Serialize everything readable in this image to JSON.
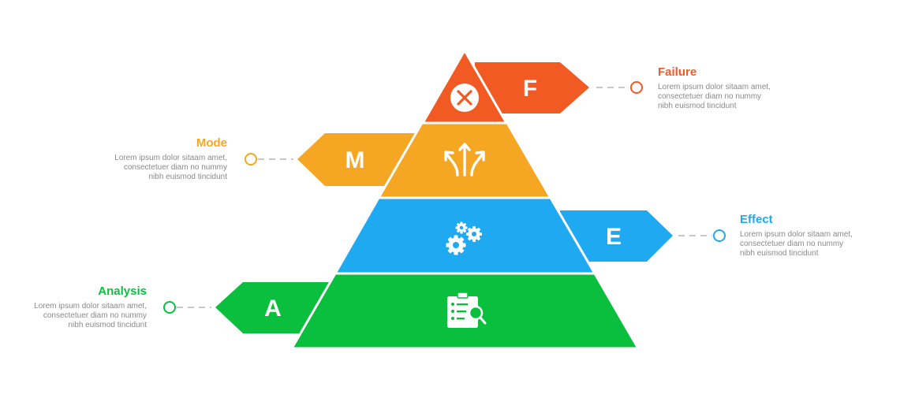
{
  "colors": {
    "failure": "#f15a22",
    "mode": "#f5a623",
    "effect": "#1fa9f0",
    "analysis": "#0abf3e",
    "dash": "#c8c8c8",
    "desc_text": "#8a8a8a"
  },
  "layers": [
    {
      "key": "failure",
      "title": "Failure",
      "letter": "F",
      "icon": "close-circle-icon",
      "description": [
        "Lorem ipsum dolor sitaam amet,",
        "consectetuer diam no nummy",
        "nibh euismod tincidunt"
      ]
    },
    {
      "key": "mode",
      "title": "Mode",
      "letter": "M",
      "icon": "diverging-arrows-icon",
      "description": [
        "Lorem ipsum dolor sitaam amet,",
        "consectetuer diam no nummy",
        "nibh euismod tincidunt"
      ]
    },
    {
      "key": "effect",
      "title": "Effect",
      "letter": "E",
      "icon": "gears-icon",
      "description": [
        "Lorem ipsum dolor sitaam amet,",
        "consectetuer diam no nummy",
        "nibh euismod tincidunt"
      ]
    },
    {
      "key": "analysis",
      "title": "Analysis",
      "letter": "A",
      "icon": "clipboard-checklist-icon",
      "description": [
        "Lorem ipsum dolor sitaam amet,",
        "consectetuer diam no nummy",
        "nibh euismod tincidunt"
      ]
    }
  ]
}
